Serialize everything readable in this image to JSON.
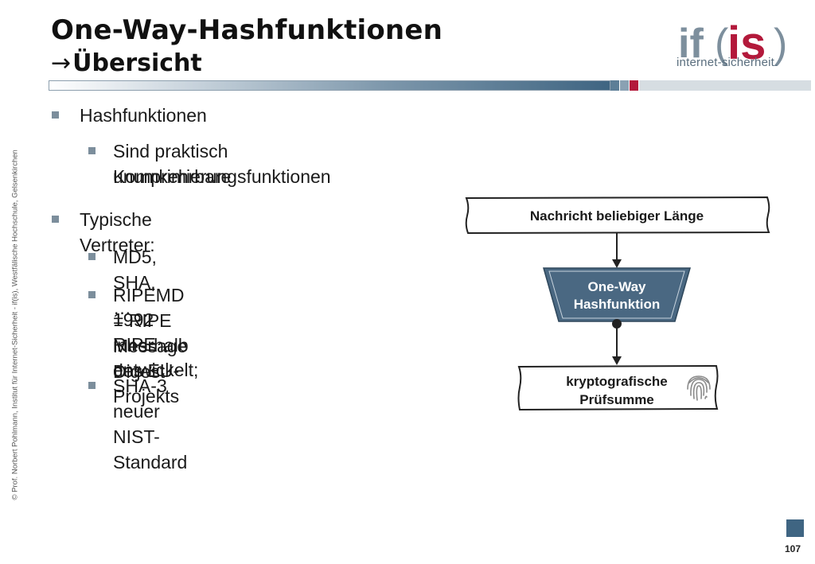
{
  "title": "One-Way-Hashfunktionen",
  "subtitle": {
    "arrow": "→",
    "text": "Übersicht"
  },
  "logo": {
    "brand": "if(is)",
    "tagline": "internet-sicherheit."
  },
  "sidebar_copyright": "© Prof. Norbert Pohlmann, Institut für Internet-Sicherheit - if(is), Westfälische Hochschule, Gelsenkirchen",
  "bullets": {
    "b1": "Hashfunktionen",
    "b1_1_line1": "Sind praktisch unumkehrbare",
    "b1_1_line2": "Komprimierungsfunktionen",
    "b2": "Typische Vertreter:",
    "b2_1": "MD5, SHA, …",
    "b2_2_line1": "RIPEMD = RIPE  Message Digest",
    "b2_2_line2": "1992 innerhalb des EU-Projekts",
    "b2_2_line3": "RIPE entwickelt;",
    "b2_3": "SHA-3 neuer NIST-Standard"
  },
  "diagram": {
    "input": "Nachricht beliebiger Länge",
    "function_line1": "One-Way",
    "function_line2": "Hashfunktion",
    "output_line1": "kryptografische",
    "output_line2": "Prüfsumme",
    "output_icon": "fingerprint-icon"
  },
  "page_number": "107",
  "colors": {
    "accent": "#3f6582",
    "brand_red": "#b3193b",
    "bullet": "#7c8e9c"
  }
}
